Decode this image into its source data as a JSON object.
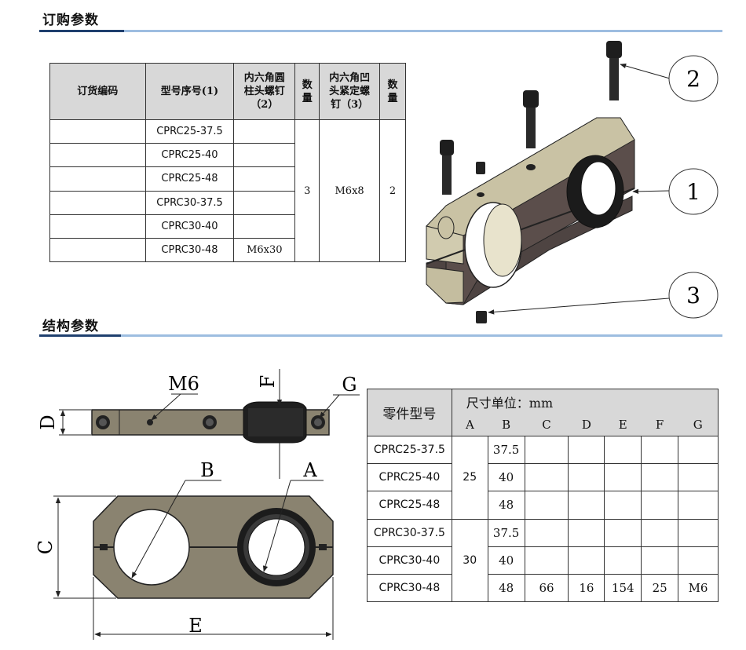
{
  "sections": {
    "ordering": "订购参数",
    "structure": "结构参数"
  },
  "order_table": {
    "headers": {
      "code": "订货编码",
      "model": "型号序号(1)",
      "screw": [
        "内六角圆",
        "柱头螺钉",
        "（2）"
      ],
      "qty1": [
        "数",
        "量"
      ],
      "setscrew": [
        "内六角凹",
        "头紧定螺",
        "钉（3）"
      ],
      "qty2": [
        "数",
        "量"
      ]
    },
    "models": [
      "CPRC25-37.5",
      "CPRC25-40",
      "CPRC25-48",
      "CPRC30-37.5",
      "CPRC30-40",
      "CPRC30-48"
    ],
    "screw_value": "M6x30",
    "qty1_value": "3",
    "setscrew_value": "M6x8",
    "qty2_value": "2"
  },
  "dim_table": {
    "header_part": "零件型号",
    "header_unit": "尺寸单位：mm",
    "letters": [
      "A",
      "B",
      "C",
      "D",
      "E",
      "F",
      "G"
    ],
    "rows": [
      {
        "model": "CPRC25-37.5",
        "B": "37.5"
      },
      {
        "model": "CPRC25-40",
        "B": "40"
      },
      {
        "model": "CPRC25-48",
        "B": "48"
      },
      {
        "model": "CPRC30-37.5",
        "B": "37.5"
      },
      {
        "model": "CPRC30-40",
        "B": "40"
      },
      {
        "model": "CPRC30-48",
        "B": "48",
        "C": "66",
        "D": "16",
        "E": "154",
        "F": "25",
        "G": "M6"
      }
    ],
    "A_group1": "25",
    "A_group2": "30"
  },
  "callouts": [
    "2",
    "1",
    "3"
  ],
  "dimension_labels": {
    "M6": "M6",
    "F": "F",
    "G": "G",
    "D": "D",
    "B": "B",
    "A": "A",
    "C": "C",
    "E": "E"
  },
  "colors": {
    "rule_light": "#9dbde0",
    "rule_dark": "#1f3f6e",
    "header_bg": "#d8d8d8",
    "clamp_body": "#8a8370",
    "clamp_iso_top": "#c9c2a4",
    "clamp_iso_side": "#5a4d4a"
  }
}
